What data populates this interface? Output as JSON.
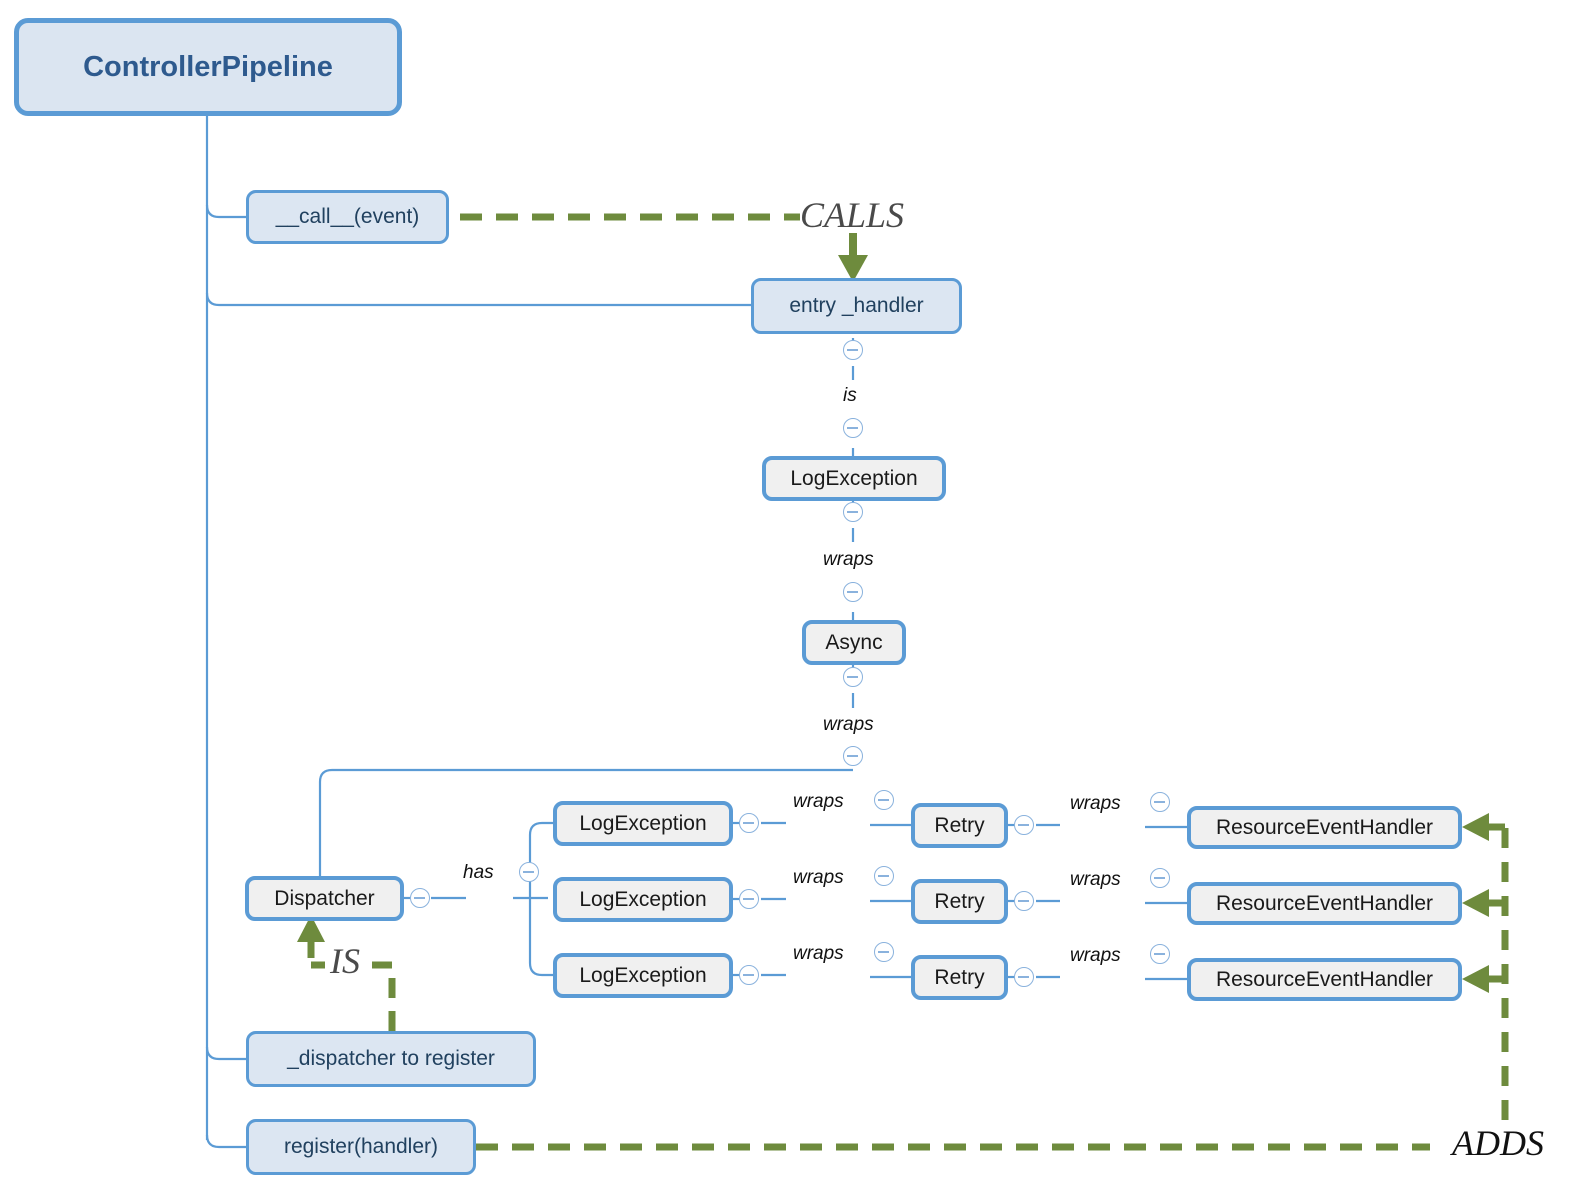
{
  "diagram": {
    "title": "ControllerPipeline",
    "colors": {
      "node_border": "#5b9bd5",
      "node_fill_blue": "#dce6f2",
      "node_fill_gray": "#f0f0f0",
      "wire": "#5b9bd5",
      "accent_green": "#6e8b3d",
      "root_text": "#2e5a8e"
    },
    "root": {
      "label": "ControllerPipeline"
    },
    "methods": [
      {
        "label": "__call__(event)"
      },
      {
        "label": "entry _handler"
      },
      {
        "label": "_dispatcher to register"
      },
      {
        "label": "register(handler)"
      }
    ],
    "chain": [
      {
        "label": "LogException"
      },
      {
        "label": "Async"
      }
    ],
    "chain_relations": [
      {
        "label": "is"
      },
      {
        "label": "wraps"
      },
      {
        "label": "wraps"
      }
    ],
    "dispatcher": {
      "label": "Dispatcher",
      "relation": "has"
    },
    "handler_rows": [
      {
        "log": "LogException",
        "rel1": "wraps",
        "retry": "Retry",
        "rel2": "wraps",
        "handler": "ResourceEventHandler"
      },
      {
        "log": "LogException",
        "rel1": "wraps",
        "retry": "Retry",
        "rel2": "wraps",
        "handler": "ResourceEventHandler"
      },
      {
        "log": "LogException",
        "rel1": "wraps",
        "retry": "Retry",
        "rel2": "wraps",
        "handler": "ResourceEventHandler"
      }
    ],
    "annotations": {
      "calls": "CALLS",
      "is": "IS",
      "adds": "ADDS"
    }
  }
}
